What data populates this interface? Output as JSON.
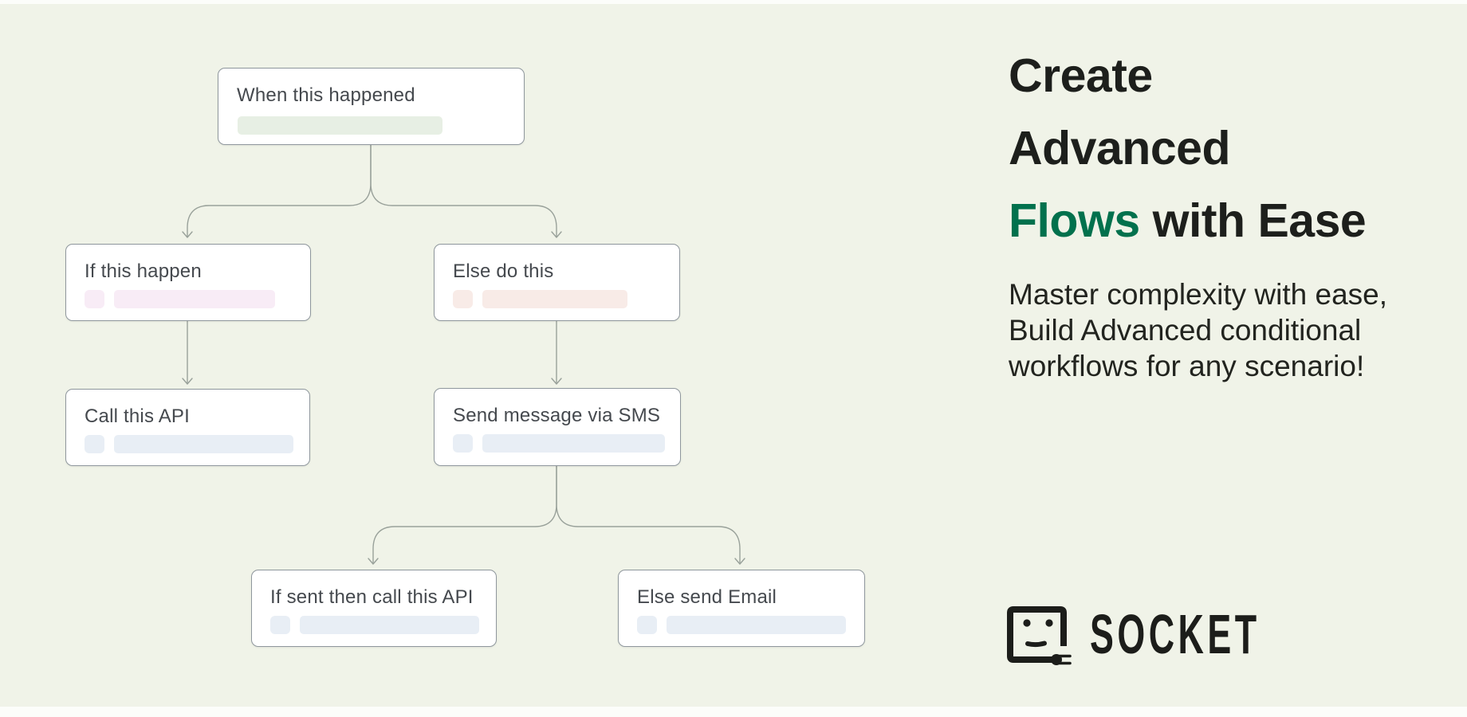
{
  "page": {
    "background_color": "#f0f3e8",
    "card_border_color": "#8f979d",
    "connector_color": "#99a19a"
  },
  "flowchart": {
    "nodes": [
      {
        "id": "trigger",
        "label": "When this happened",
        "accent": "#e7efe4"
      },
      {
        "id": "if",
        "label": "If this happen",
        "accent": "#f8ecf6"
      },
      {
        "id": "else",
        "label": "Else do this",
        "accent": "#f8ebe7"
      },
      {
        "id": "call-api",
        "label": "Call this API",
        "accent": "#e8eef5"
      },
      {
        "id": "sms",
        "label": "Send message via SMS",
        "accent": "#e8eef5"
      },
      {
        "id": "if-sent",
        "label": "If sent then call this API",
        "accent": "#e8eef5"
      },
      {
        "id": "else-email",
        "label": "Else send Email",
        "accent": "#e8eef5"
      }
    ]
  },
  "hero": {
    "title_line1": "Create",
    "title_line2": "Advanced",
    "title_line3_highlight": "Flows",
    "title_line3_rest": " with Ease",
    "highlight_color": "#02714d",
    "subtitle_line1": "Master complexity with ease,",
    "subtitle_line2": "Build Advanced conditional",
    "subtitle_line3": "workflows for any scenario!"
  },
  "brand": {
    "name": "SOCKET",
    "color": "#1c1d1a"
  }
}
